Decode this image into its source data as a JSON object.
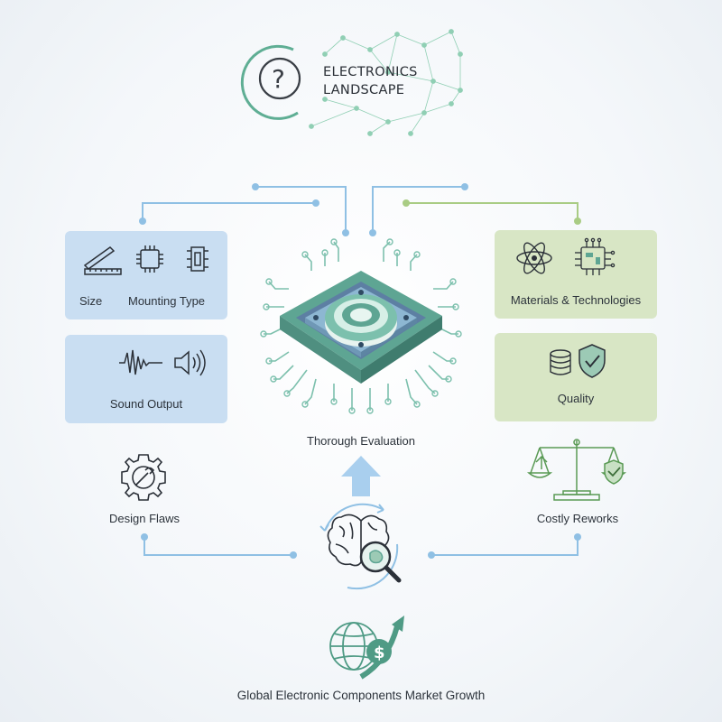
{
  "title": {
    "line1": "ELECTRONICS",
    "line2": "LANDSCAPE"
  },
  "left_panel_top": {
    "label_size": "Size",
    "label_mounting": "Mounting Type"
  },
  "left_panel_bottom": {
    "label": "Sound Output"
  },
  "right_panel_top": {
    "label": "Materials & Technologies"
  },
  "right_panel_bottom": {
    "label": "Quality"
  },
  "center": {
    "label": "Thorough Evaluation"
  },
  "design_flaws": {
    "label": "Design Flaws"
  },
  "costly_reworks": {
    "label": "Costly Reworks"
  },
  "footer": {
    "label": "Global Electronic Components Market Growth"
  },
  "colors": {
    "blue": "#7fb4dd",
    "green": "#9cc27a",
    "teal": "#5fae94",
    "chip": "#7cc0ad"
  }
}
